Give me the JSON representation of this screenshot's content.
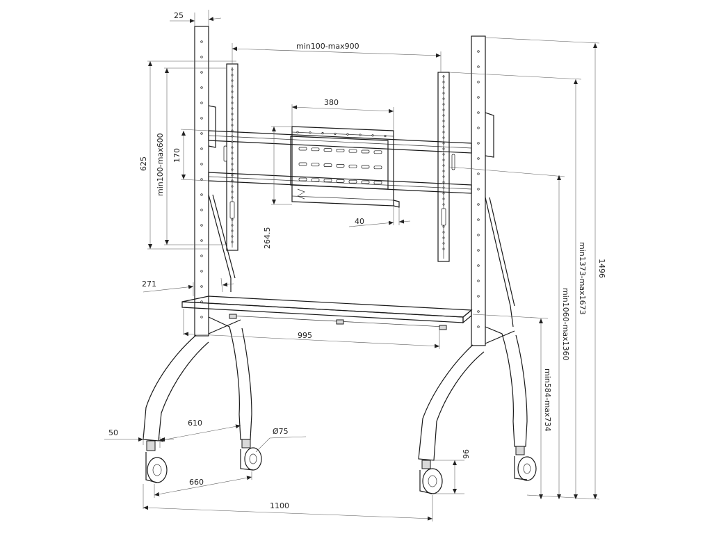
{
  "dimensions": {
    "post_width": "25",
    "vesa_horizontal": "min100-max900",
    "plate_width": "380",
    "vesa_vertical": "min100-max600",
    "bracket_height": "625",
    "plate_height": "170",
    "plate_offset": "264.5",
    "plate_depth": "40",
    "upright_depth": "271",
    "shelf_width": "995",
    "foot_depth": "610",
    "foot_width": "50",
    "caster_diameter": "Ø75",
    "front_caster_spacing": "660",
    "base_width": "1100",
    "caster_height": "96",
    "total_height": "1496",
    "top_mount_height": "min1373-max1673",
    "center_mount_height": "min1060-max1360",
    "shelf_height": "min584-max734"
  },
  "colors": {
    "line": "#1a1a1a",
    "background": "#ffffff"
  }
}
